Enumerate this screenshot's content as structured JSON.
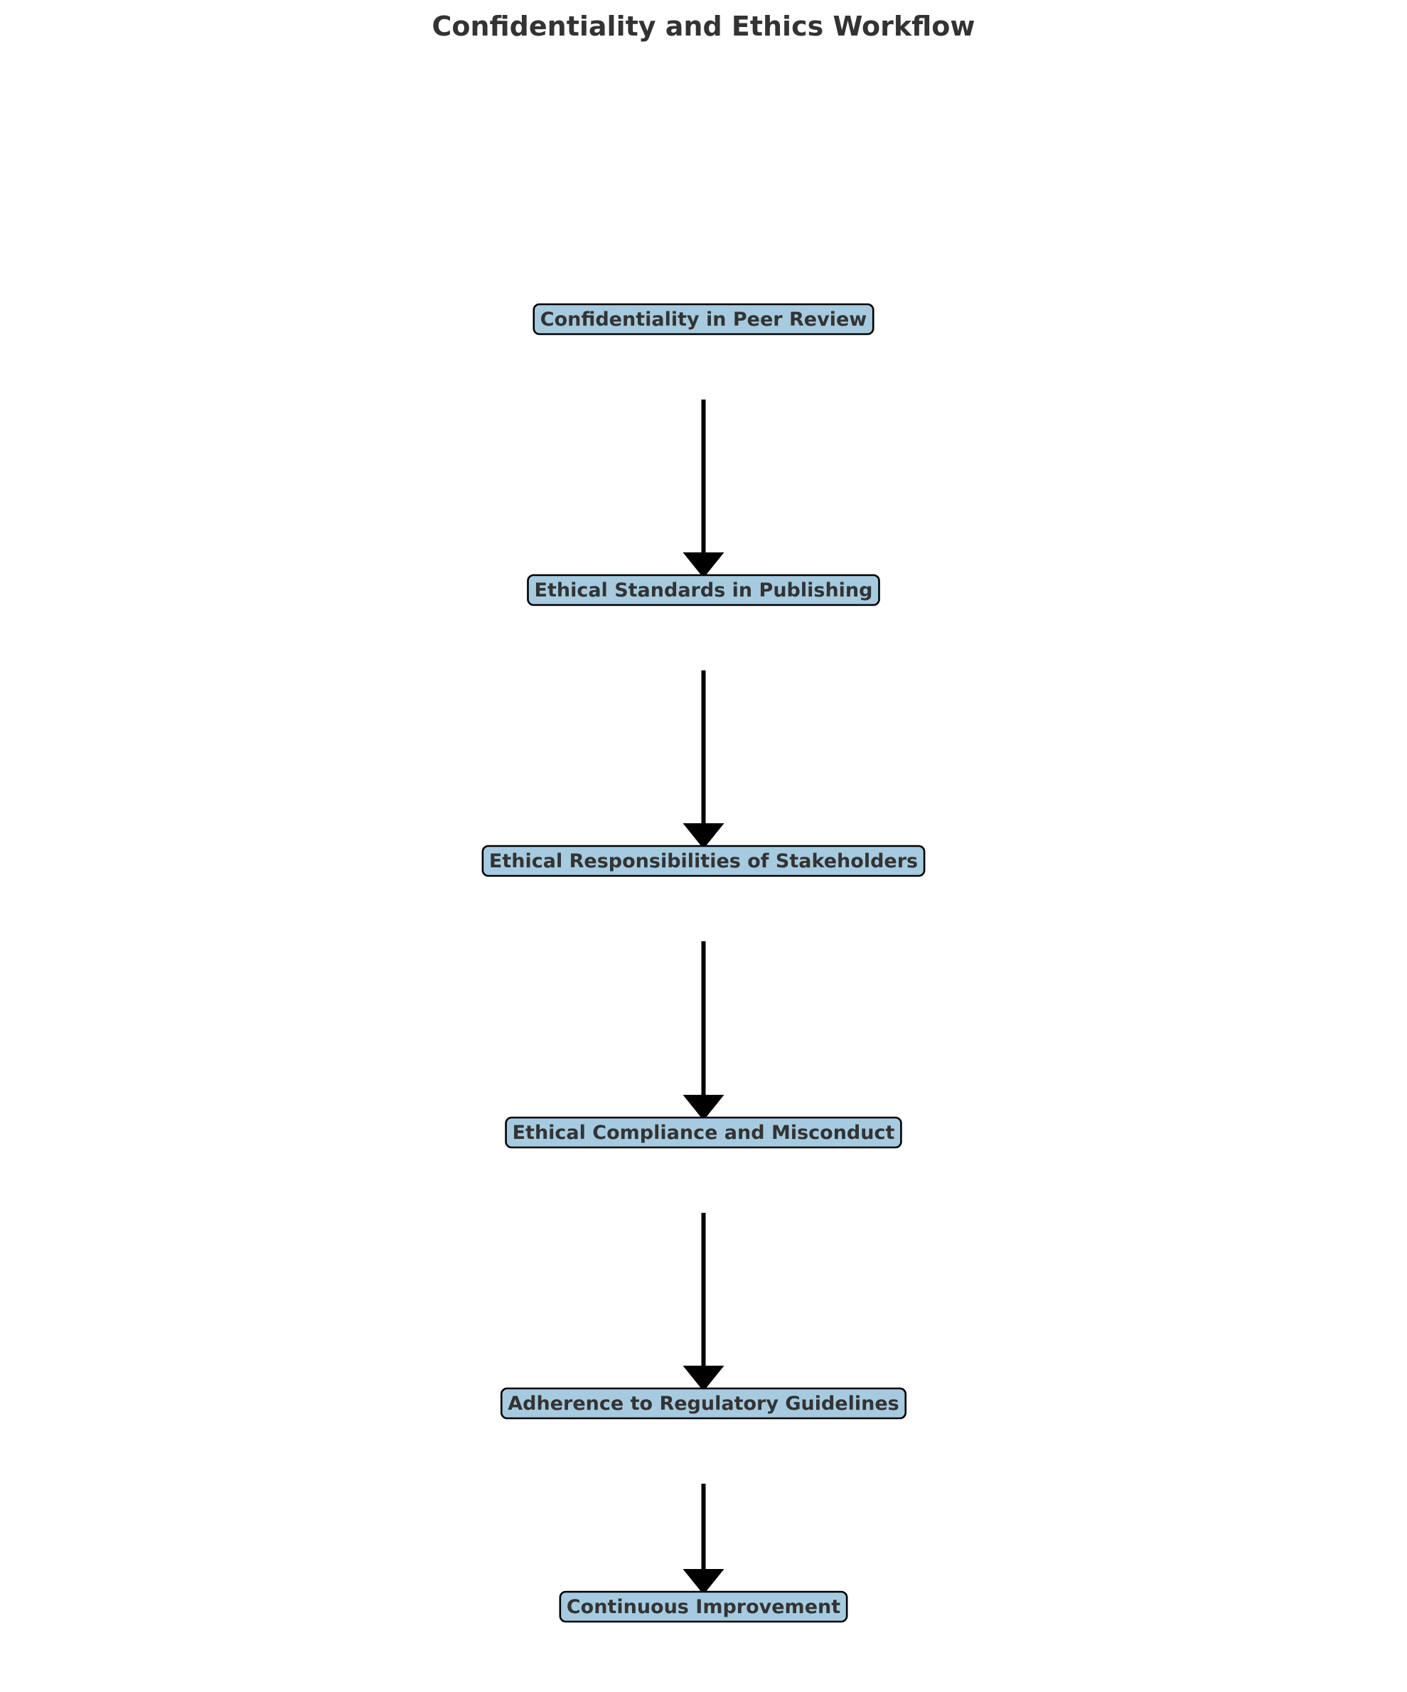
{
  "title": "Confidentiality and Ethics Workflow",
  "colors": {
    "node_fill": "#a6cbe0",
    "node_stroke": "#000000",
    "text": "#333333",
    "arrow": "#000000"
  },
  "nodes": [
    {
      "label": "Confidentiality in Peer Review"
    },
    {
      "label": "Ethical Standards in Publishing"
    },
    {
      "label": "Ethical Responsibilities of Stakeholders"
    },
    {
      "label": "Ethical Compliance and Misconduct"
    },
    {
      "label": "Adherence to Regulatory Guidelines"
    },
    {
      "label": "Continuous Improvement"
    }
  ],
  "edges": [
    {
      "from": 0,
      "to": 1
    },
    {
      "from": 1,
      "to": 2
    },
    {
      "from": 2,
      "to": 3
    },
    {
      "from": 3,
      "to": 4
    },
    {
      "from": 4,
      "to": 5
    }
  ]
}
